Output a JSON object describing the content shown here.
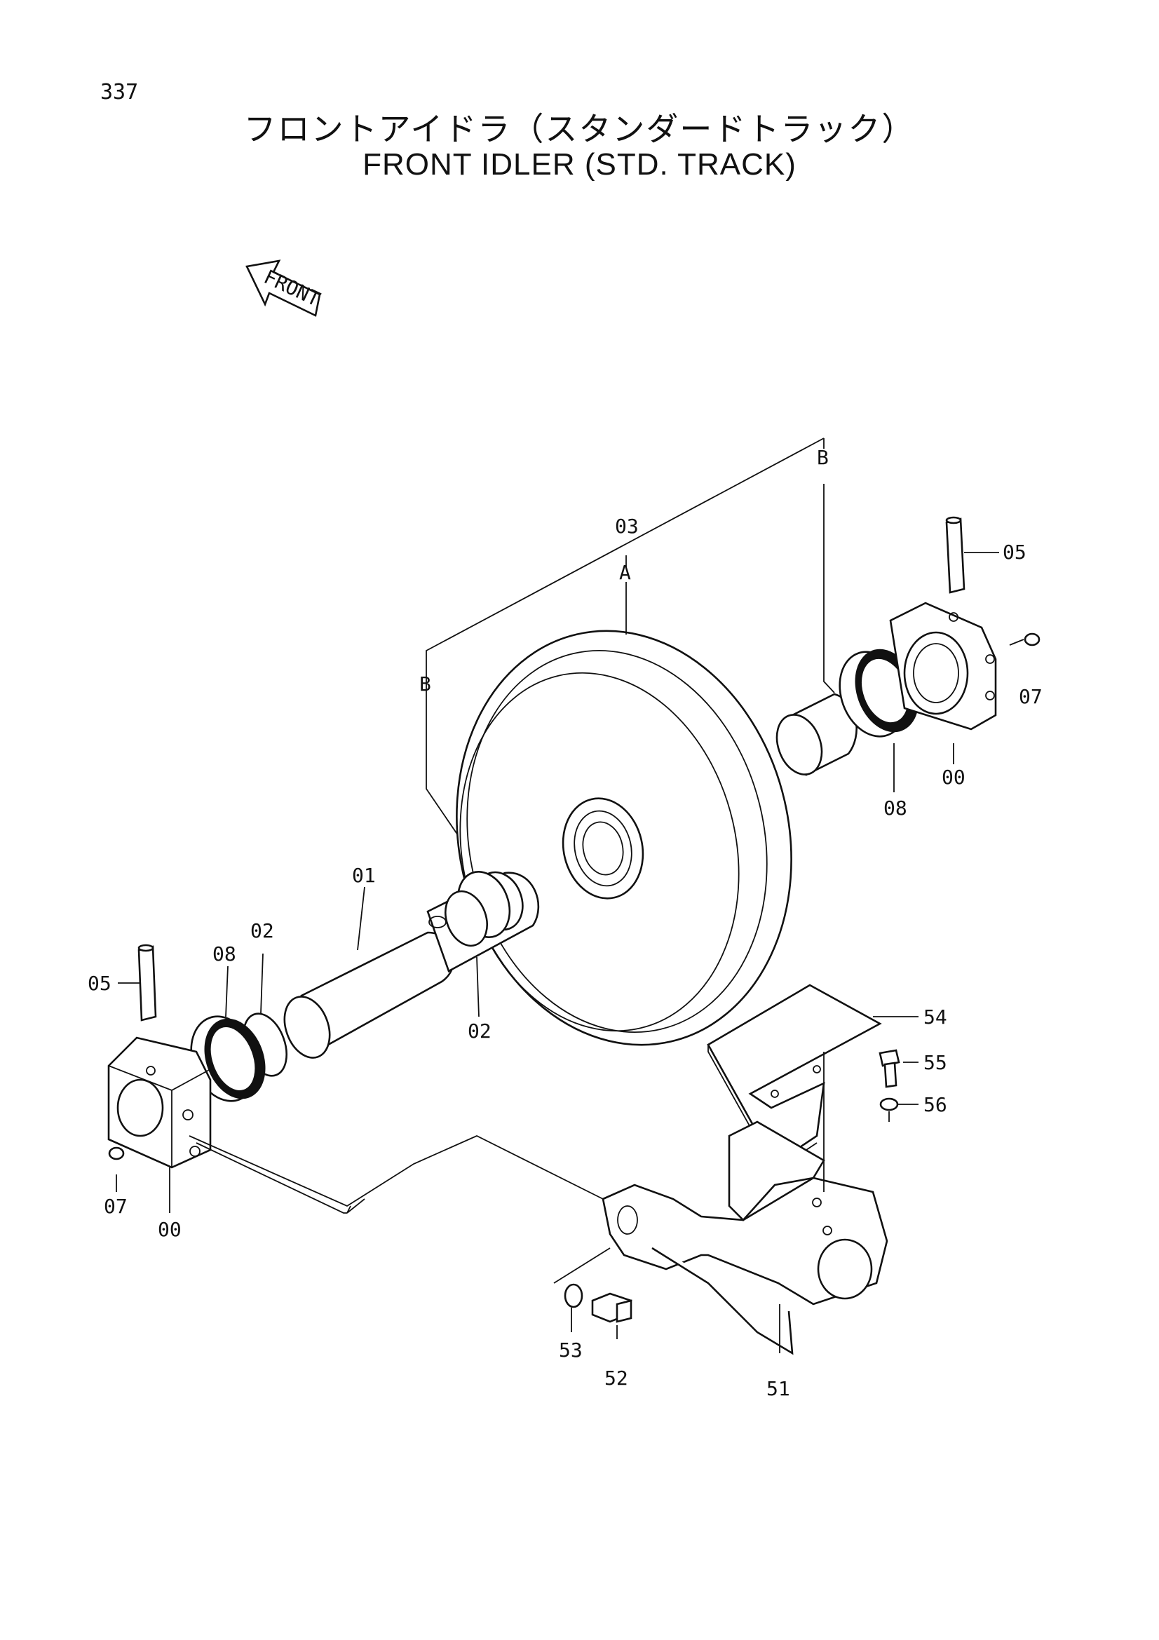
{
  "header": {
    "page_number": "337",
    "title_jp": "フロントアイドラ（スタンダードトラック）",
    "title_en": "FRONT IDLER (STD. TRACK)"
  },
  "front_arrow": {
    "label": "FRONT"
  },
  "callouts": {
    "c03": "03",
    "cA": "A",
    "cB_right": "B",
    "cB_left": "B",
    "c05_right": "05",
    "c07_right": "07",
    "c00_right": "00",
    "c08_right": "08",
    "c01": "01",
    "c02_top": "02",
    "c02_bottom": "02",
    "c08_left": "08",
    "c05_left": "05",
    "c07_left": "07",
    "c00_left": "00",
    "c54": "54",
    "c55": "55",
    "c56": "56",
    "c53": "53",
    "c52": "52",
    "c51": "51"
  }
}
